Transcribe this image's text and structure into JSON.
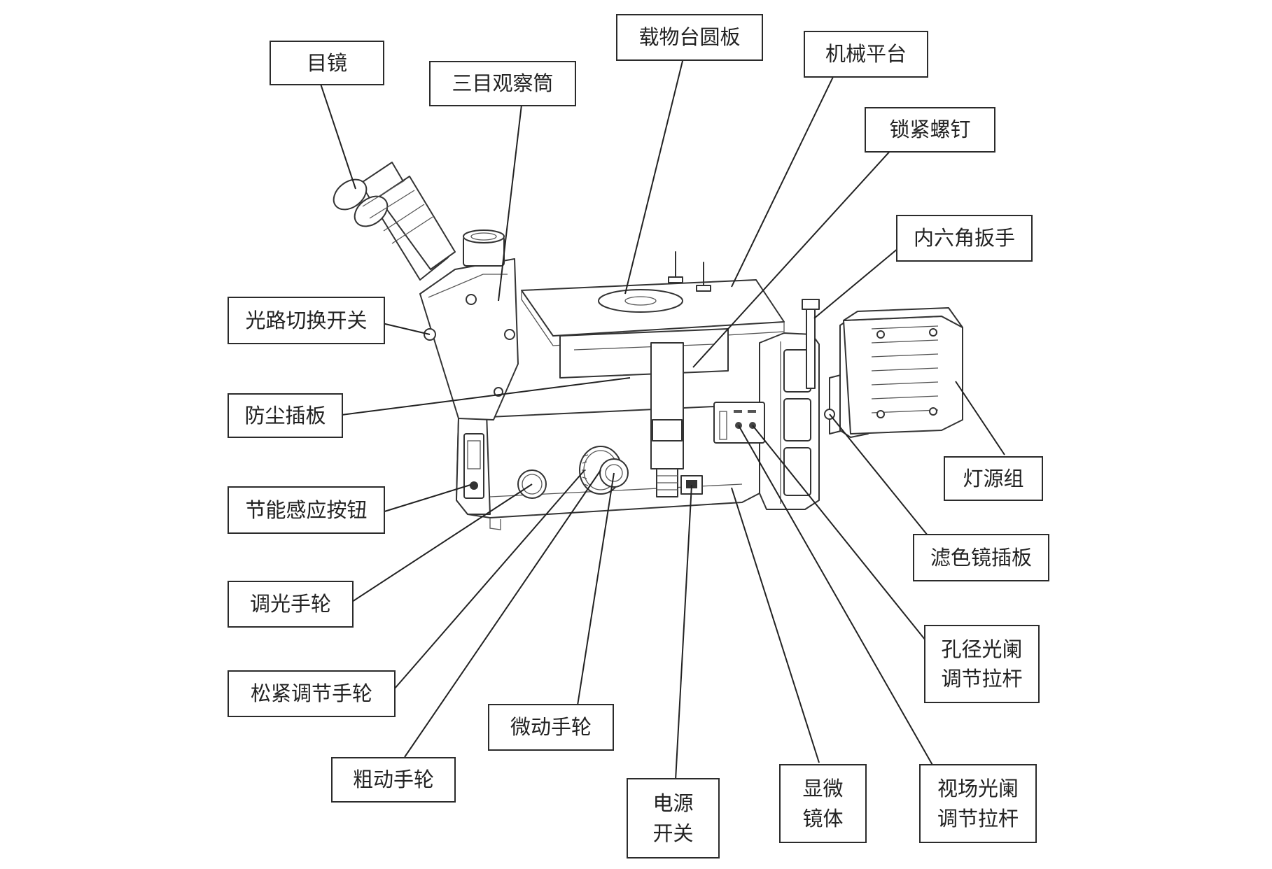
{
  "labels": {
    "eyepiece": "目镜",
    "trinocular_tube": "三目观察筒",
    "stage_disc": "载物台圆板",
    "mechanical_stage": "机械平台",
    "locking_screw": "锁紧螺钉",
    "hex_wrench": "内六角扳手",
    "light_path_switch": "光路切换开关",
    "dust_cover": "防尘插板",
    "lamp_group": "灯源组",
    "energy_sensor_button": "节能感应按钮",
    "filter_slot": "滤色镜插板",
    "dimmer_wheel": "调光手轮",
    "aperture_diaphragm_lever": "孔径光阑\n调节拉杆",
    "tension_wheel": "松紧调节手轮",
    "fine_focus_wheel": "微动手轮",
    "coarse_focus_wheel": "粗动手轮",
    "power_switch": "电源\n开关",
    "microscope_body": "显微\n镜体",
    "field_diaphragm_lever": "视场光阑\n调节拉杆"
  }
}
